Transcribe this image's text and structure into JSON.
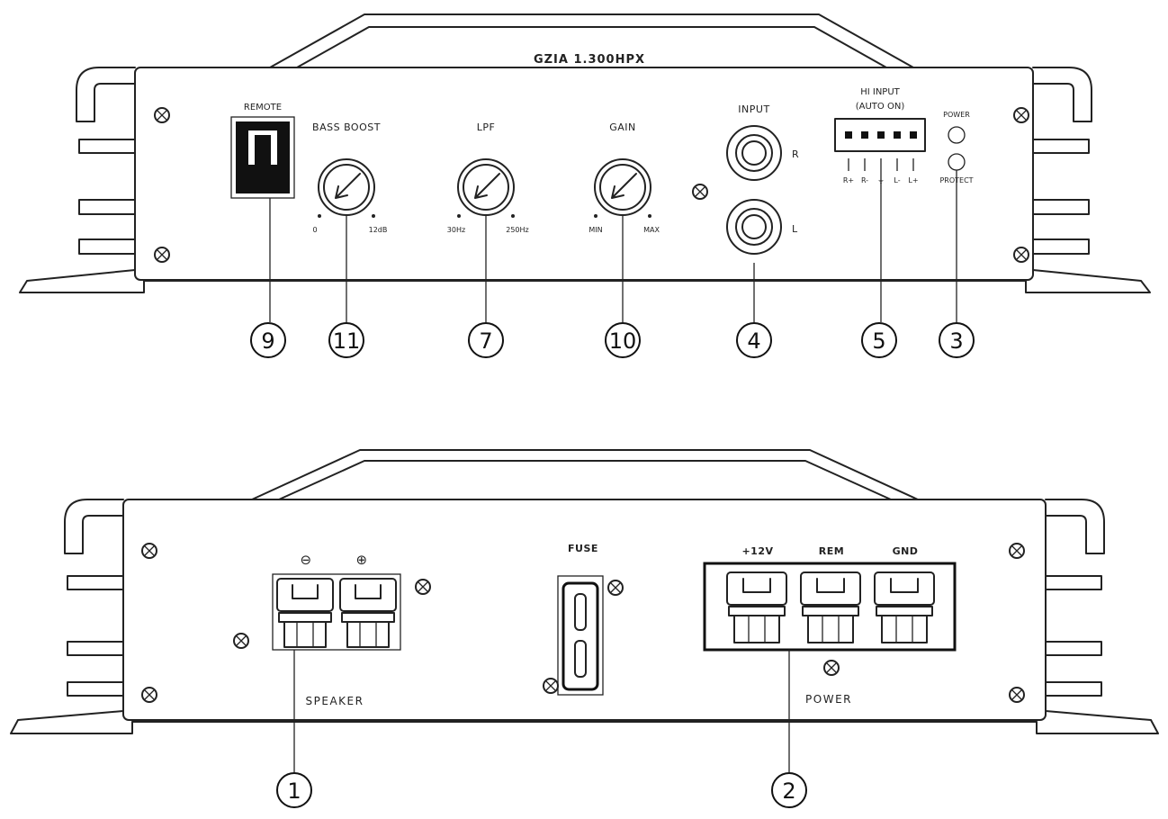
{
  "front_panel": {
    "model": "GZIA 1.300HPX",
    "remote_label": "REMOTE",
    "bass_boost": {
      "label": "BASS BOOST",
      "min": "0",
      "max": "12dB"
    },
    "lpf": {
      "label": "LPF",
      "min": "30Hz",
      "max": "250Hz"
    },
    "gain": {
      "label": "GAIN",
      "min": "MIN",
      "max": "MAX"
    },
    "input": {
      "label": "INPUT",
      "right": "R",
      "left": "L"
    },
    "hi_input": {
      "label_line1": "HI   INPUT",
      "label_line2": "(AUTO ON)",
      "pins": [
        "R+",
        "R-",
        "⏚",
        "L-",
        "L+"
      ]
    },
    "power_led": "POWER",
    "protect_led": "PROTECT",
    "callouts": [
      "9",
      "11",
      "7",
      "10",
      "4",
      "5",
      "3"
    ]
  },
  "rear_panel": {
    "speaker_minus": "⊖",
    "speaker_plus": "⊕",
    "speaker_label": "SPEAKER",
    "fuse_label": "FUSE",
    "power_terminals": [
      "+12V",
      "REM",
      "GND"
    ],
    "power_label": "POWER",
    "callouts": [
      "1",
      "2"
    ]
  }
}
